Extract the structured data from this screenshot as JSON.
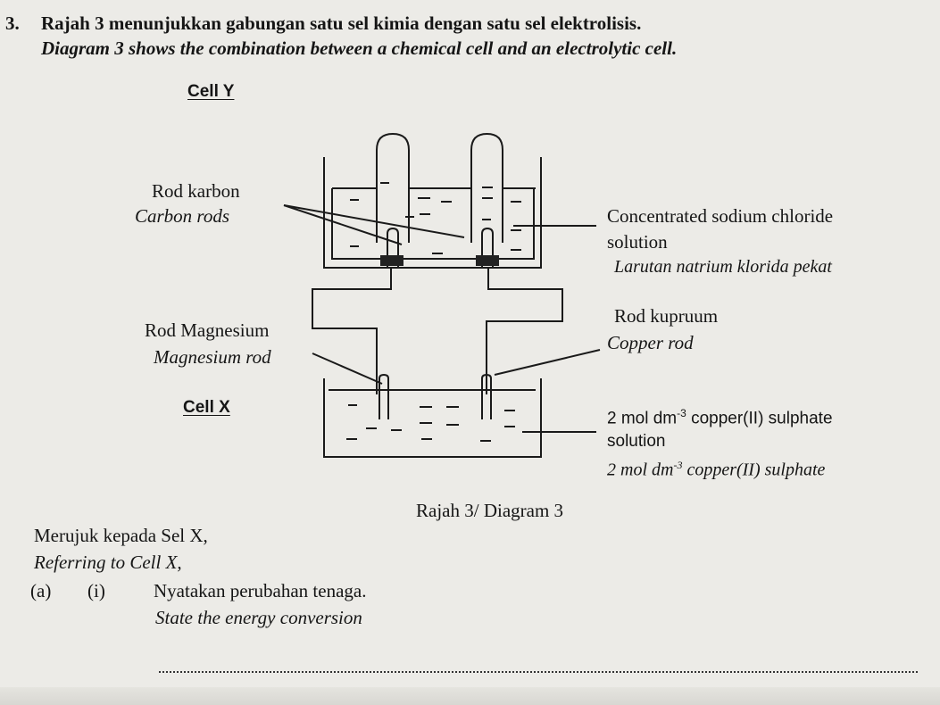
{
  "question": {
    "number": "3.",
    "stem_ms": "Rajah 3 menunjukkan gabungan satu sel kimia dengan satu sel elektrolisis.",
    "stem_en": "Diagram 3 shows the combination between a chemical cell and an electrolytic cell."
  },
  "diagram": {
    "cell_y_title": "Cell Y",
    "cell_x_title": "Cell X",
    "carbon_ms": "Rod karbon",
    "carbon_en": "Carbon rods",
    "magnesium_ms": "Rod Magnesium",
    "magnesium_en": "Magnesium rod",
    "nacl_en_1": "Concentrated  sodium chloride",
    "nacl_en_2": "solution",
    "nacl_ms": "Larutan natrium klorida pekat",
    "copper_ms": "Rod kupruum",
    "copper_en": "Copper rod",
    "cuso4_prefix": "2 mol dm",
    "cuso4_exp": "-3",
    "cuso4_suffix": " copper(II) sulphate",
    "cuso4_sol": "solution",
    "cuso4_ms_prefix": "2 mol dm",
    "cuso4_ms_exp": "-3",
    "cuso4_ms_suffix": " copper(II) sulphate",
    "caption": "Rajah 3/ Diagram 3"
  },
  "part": {
    "ref_ms": "Merujuk kepada Sel X,",
    "ref_en": "Referring to Cell X,",
    "label_a": "(a)",
    "label_i": "(i)",
    "q_ms": "Nyatakan perubahan tenaga.",
    "q_en": "State the energy conversion"
  }
}
